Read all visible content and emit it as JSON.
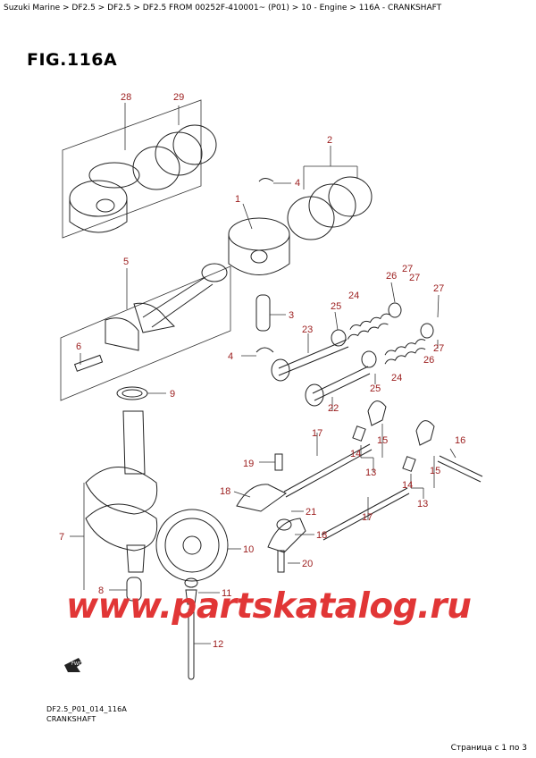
{
  "breadcrumb": "Suzuki Marine > DF2.5 > DF2.5 > DF2.5 FROM 00252F-410001~ (P01) > 10 - Engine > 116A - CRANKSHAFT",
  "figure_title": "FIG.116A",
  "footer": {
    "diagram_code": "DF2.5_P01_014_116A",
    "diagram_name": "CRANKSHAFT",
    "page_counter": "Страница с 1 по 3"
  },
  "watermark": "www.partskatalog.ru",
  "fwd_label": "FWD",
  "callouts": {
    "c28": "28",
    "c29": "29",
    "c2": "2",
    "c4a": "4",
    "c1": "1",
    "c5": "5",
    "c26a": "26",
    "c27a": "27",
    "c27b": "27",
    "c27c": "27",
    "c24a": "24",
    "c25a": "25",
    "c3": "3",
    "c23": "23",
    "c6": "6",
    "c4b": "4",
    "c27d": "27",
    "c26b": "26",
    "c24b": "24",
    "c9": "9",
    "c25b": "25",
    "c22": "22",
    "c17a": "17",
    "c14a": "14",
    "c15a": "15",
    "c13a": "13",
    "c16": "16",
    "c19": "19",
    "c15b": "15",
    "c14b": "14",
    "c13b": "13",
    "c18a": "18",
    "c21": "21",
    "c17b": "17",
    "c7": "7",
    "c18b": "18",
    "c10": "10",
    "c20": "20",
    "c8": "8",
    "c11": "11",
    "c12": "12"
  },
  "colors": {
    "callout": "#9b1c1c",
    "watermark": "#e13636",
    "linework": "#222222"
  }
}
